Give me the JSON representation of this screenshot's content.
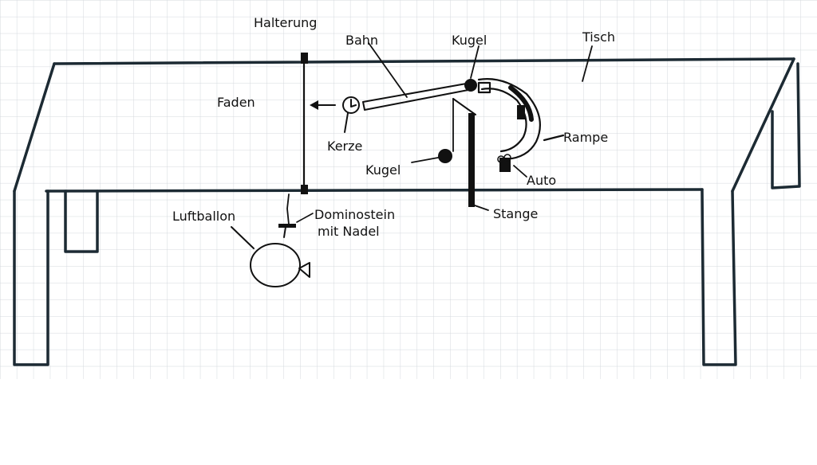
{
  "labels": {
    "halterung": "Halterung",
    "bahn": "Bahn",
    "kugel_top": "Kugel",
    "tisch": "Tisch",
    "faden": "Faden",
    "kerze": "Kerze",
    "kugel_left": "Kugel",
    "rampe": "Rampe",
    "auto": "Auto",
    "stange": "Stange",
    "luftballon": "Luftballon",
    "dominostein_1": "Dominostein",
    "dominostein_2": "mit Nadel"
  },
  "colors": {
    "ink": "#1c2a33",
    "grid": "#d4d8de",
    "paper": "#ffffff"
  }
}
